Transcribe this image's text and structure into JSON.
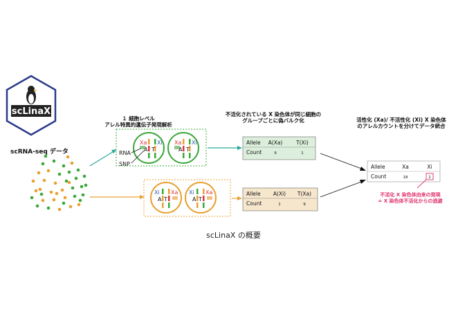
{
  "logo": {
    "text": "scLinaX"
  },
  "left_label": "scRNA-seq データ",
  "step1": {
    "line1": "１ 細胞レベル",
    "line2": "アレル特異的遺伝子発現解析"
  },
  "step2": {
    "line1": "不活化されている X 染色体が同じ細胞の",
    "line2": "グループごとに偽バルク化"
  },
  "step3": {
    "line1": "活性化 (Xa)/ 不活性化 (Xi) X 染色体",
    "line2": "のアレルカウントを分けてデータ統合"
  },
  "cell_labels": {
    "xa": "Xa",
    "xi": "Xi",
    "a": "A",
    "t": "T",
    "rna": "RNA",
    "snp": "SNP"
  },
  "table_top": {
    "headers": [
      "Allele",
      "A(Xa)",
      "T(Xi)"
    ],
    "row_label": "Count",
    "values": [
      "9",
      "1"
    ]
  },
  "table_bottom": {
    "headers": [
      "Allele",
      "A(Xi)",
      "T(Xa)"
    ],
    "row_label": "Count",
    "values": [
      "1",
      "9"
    ]
  },
  "table_final": {
    "headers": [
      "Allele",
      "Xa",
      "Xi"
    ],
    "row_label": "Count",
    "values": [
      "18",
      "2"
    ]
  },
  "note": {
    "line1": "不活化 X 染色体由来の発現",
    "line2": "= X 染色体不活化からの逃避"
  },
  "caption": "scLinaX の概要",
  "colors": {
    "green": "#3aa83a",
    "orange": "#e8a030",
    "red": "#e0303c",
    "teal": "#2aa89a",
    "pink": "#e0306a"
  }
}
